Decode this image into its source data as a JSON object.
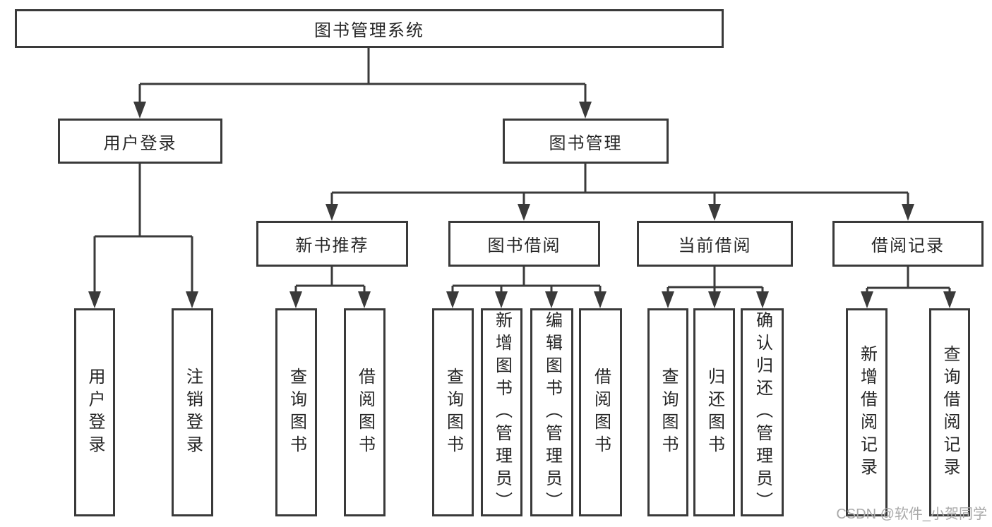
{
  "root": {
    "label": "图书管理系统"
  },
  "level2": [
    {
      "label": "用户登录"
    },
    {
      "label": "图书管理"
    }
  ],
  "level3": [
    {
      "label": "新书推荐",
      "parent": "图书管理"
    },
    {
      "label": "图书借阅",
      "parent": "图书管理"
    },
    {
      "label": "当前借阅",
      "parent": "图书管理"
    },
    {
      "label": "借阅记录",
      "parent": "图书管理"
    }
  ],
  "leaves": [
    {
      "label": "用户登录",
      "parent": "用户登录"
    },
    {
      "label": "注销登录",
      "parent": "用户登录"
    },
    {
      "label": "查询图书",
      "parent": "新书推荐"
    },
    {
      "label": "借阅图书",
      "parent": "新书推荐"
    },
    {
      "label": "查询图书",
      "parent": "图书借阅"
    },
    {
      "label": "新增图书（管理员）",
      "parent": "图书借阅"
    },
    {
      "label": "编辑图书（管理员）",
      "parent": "图书借阅"
    },
    {
      "label": "借阅图书",
      "parent": "图书借阅"
    },
    {
      "label": "查询图书",
      "parent": "当前借阅"
    },
    {
      "label": "归还图书",
      "parent": "当前借阅"
    },
    {
      "label": "确认归还（管理员）",
      "parent": "当前借阅"
    },
    {
      "label": "新增借阅记录",
      "parent": "借阅记录"
    },
    {
      "label": "查询借阅记录",
      "parent": "借阅记录"
    }
  ],
  "watermark": {
    "text": "CSDN @软件_小贺同学"
  },
  "colors": {
    "line": "#3a3a3a",
    "text": "#262626",
    "watermark": "#a9a9a9",
    "background": "#ffffff"
  }
}
